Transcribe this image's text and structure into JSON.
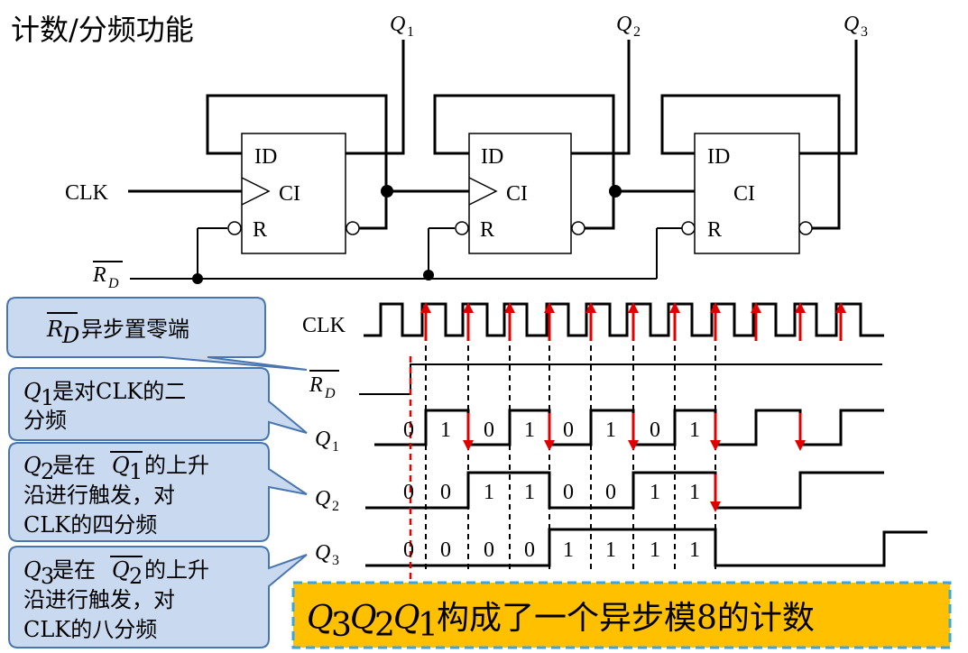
{
  "title": "计数/分频功能",
  "circuit": {
    "outputs": [
      "Q1",
      "Q2",
      "Q3"
    ],
    "ff_labels": {
      "id": "ID",
      "ci": "CI",
      "r": "R"
    },
    "clk_label": "CLK",
    "rd_label": "RD"
  },
  "callouts": [
    {
      "lines": [
        "R_D 异步置零端"
      ],
      "parts": {
        "sym": "R",
        "sub": "D",
        "text": "异步置零端"
      }
    },
    {
      "lines": [
        "Q1是对CLK的二",
        "分频"
      ],
      "parts": {
        "sym": "Q",
        "sub": "1",
        "line1": "是对CLK的二",
        "line2": "分频"
      }
    },
    {
      "parts": {
        "sym": "Q",
        "sub": "2",
        "line1a": "是在",
        "over": "Q",
        "oversub": "1",
        "line1b": "的上升",
        "line2": "沿进行触发，对",
        "line3": "CLK的四分频"
      }
    },
    {
      "parts": {
        "sym": "Q",
        "sub": "3",
        "line1a": "是在",
        "over": "Q",
        "oversub": "2",
        "line1b": "的上升",
        "line2": "沿进行触发，对",
        "line3": "CLK的八分频"
      }
    }
  ],
  "timing": {
    "signals": [
      "CLK",
      "RD",
      "Q1",
      "Q2",
      "Q3"
    ],
    "q1_values": [
      "0",
      "1",
      "0",
      "1",
      "0",
      "1",
      "0",
      "1"
    ],
    "q2_values": [
      "0",
      "0",
      "1",
      "1",
      "0",
      "0",
      "1",
      "1"
    ],
    "q3_values": [
      "0",
      "0",
      "0",
      "0",
      "1",
      "1",
      "1",
      "1"
    ]
  },
  "banner": {
    "sym": "Q",
    "text": "构成了一个异步模8的计数",
    "subs": [
      "3",
      "2",
      "1"
    ]
  },
  "colors": {
    "arrow": "#e00000",
    "callout_fill": "#c9daf0",
    "callout_stroke": "#4a76b0",
    "banner_fill": "#ffc000",
    "banner_border": "#3aa7d8"
  }
}
